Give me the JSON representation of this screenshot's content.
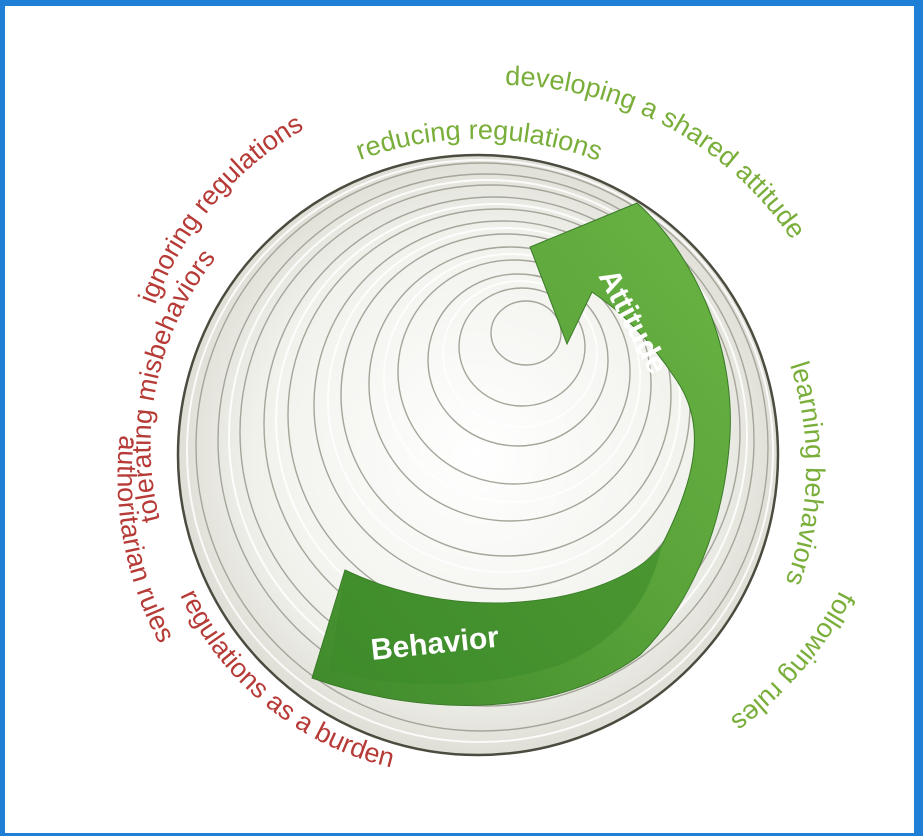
{
  "diagram": {
    "arrow_labels": {
      "behavior": "Behavior",
      "attitude": "Attitude"
    },
    "outer_labels_red": {
      "ignoring": "ignoring regulations",
      "tolerating": "tolerating misbehaviors",
      "authoritarian": "authoritarian rules",
      "burden": "regulations as a burden"
    },
    "outer_labels_green": {
      "developing": "developing a shared attitude",
      "reducing": "reducing regulations",
      "learning": "learning behaviors",
      "following": "following rules"
    },
    "colors": {
      "frame": "#1f7fd6",
      "negative_text": "#b63a36",
      "positive_text": "#7aae3a",
      "arrow_light": "#5aa33a",
      "arrow_dark": "#3f8a2c"
    }
  }
}
